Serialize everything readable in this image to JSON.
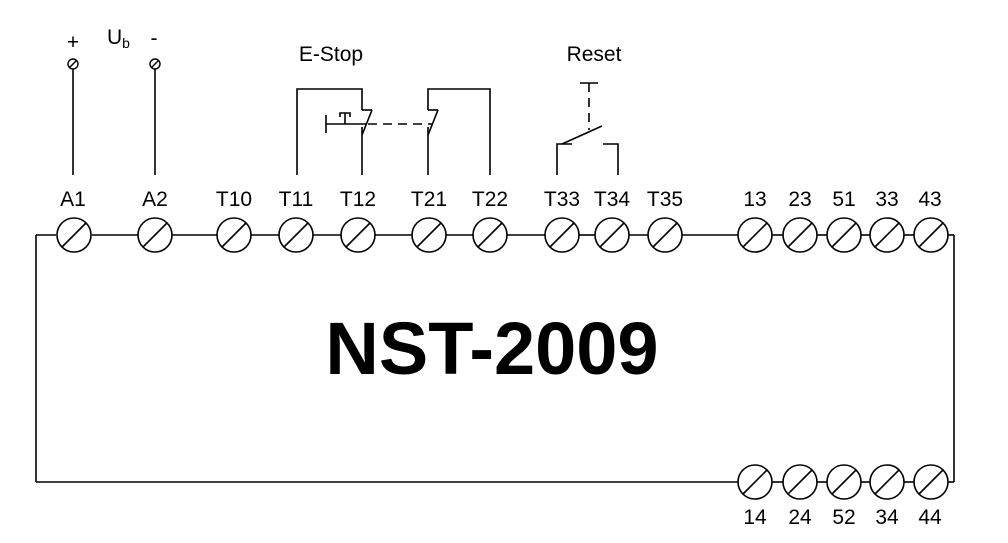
{
  "device": {
    "title": "NST-2009"
  },
  "supply": {
    "plus": "+",
    "minus": "-",
    "voltage_main": "U",
    "voltage_sub": "b"
  },
  "switches": {
    "estop_label": "E-Stop",
    "reset_label": "Reset"
  },
  "terminals_top": [
    "A1",
    "A2",
    "T10",
    "T11",
    "T12",
    "T21",
    "T22",
    "T33",
    "T34",
    "T35",
    "13",
    "23",
    "51",
    "33",
    "43"
  ],
  "terminals_bottom": [
    "14",
    "24",
    "52",
    "34",
    "44"
  ]
}
